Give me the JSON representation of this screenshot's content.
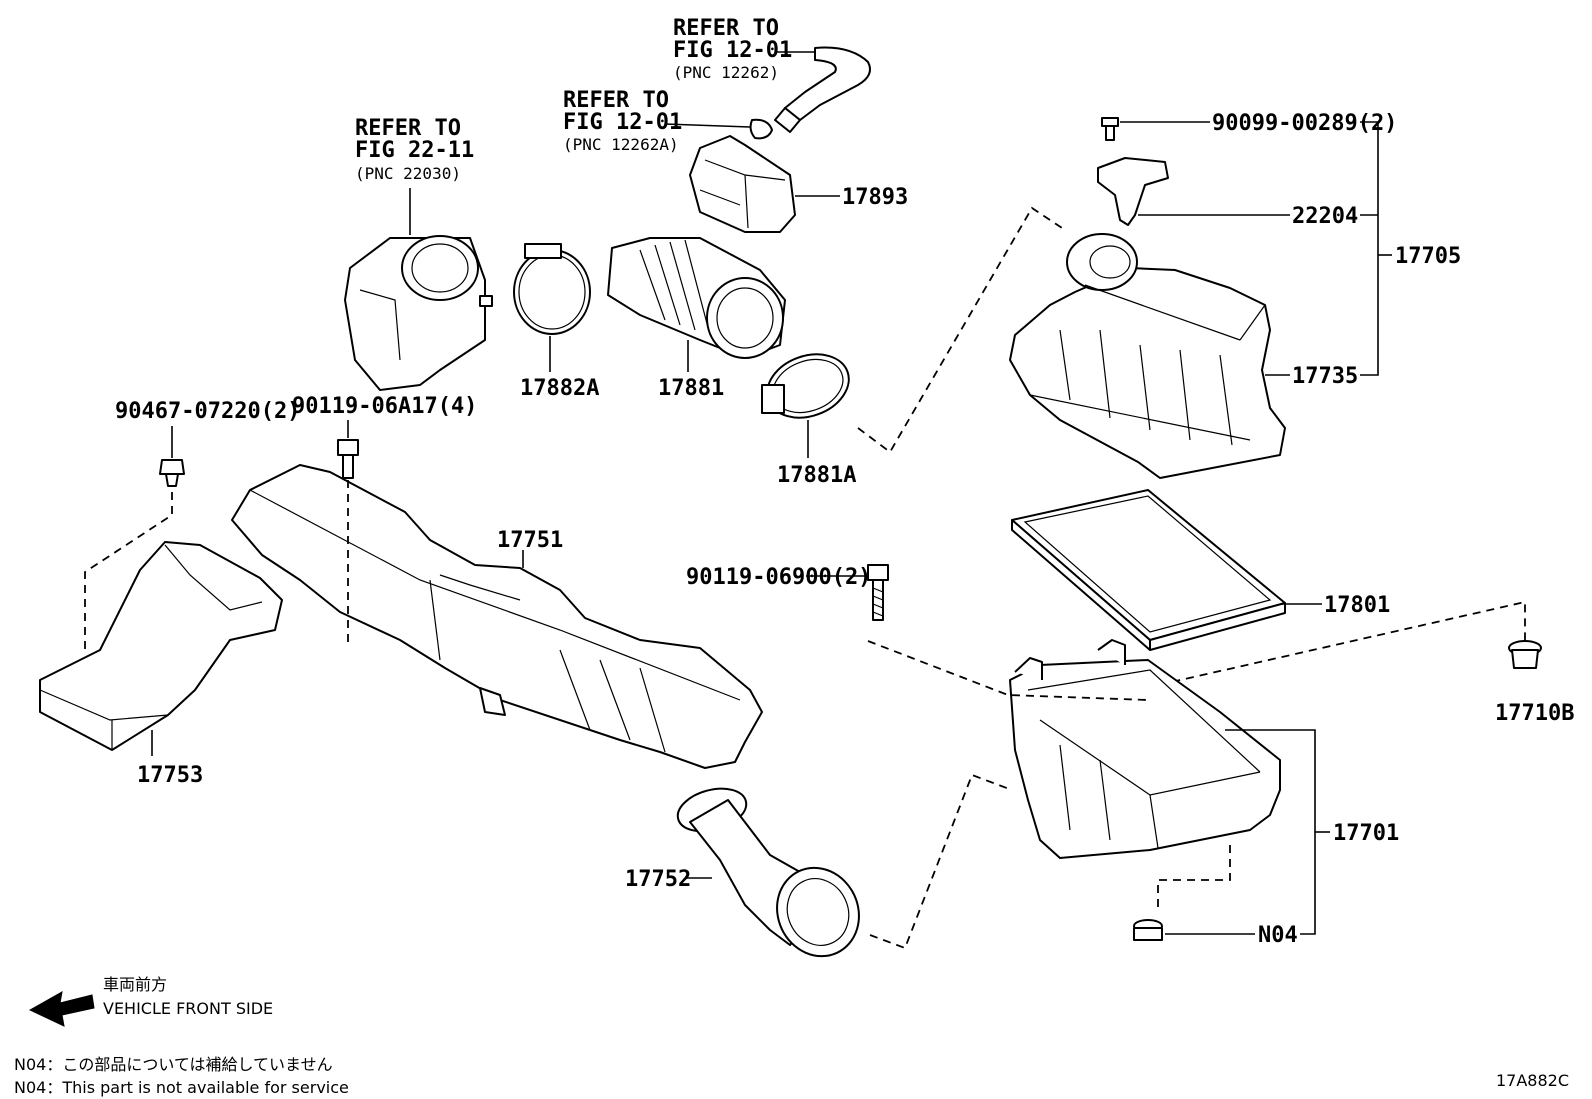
{
  "refs": {
    "pnc12262": {
      "line1": "REFER TO",
      "line2": "FIG 12-01",
      "line3": "(PNC 12262)"
    },
    "pnc12262a": {
      "line1": "REFER TO",
      "line2": "FIG 12-01",
      "line3": "(PNC 12262A)"
    },
    "pnc22030": {
      "line1": "REFER TO",
      "line2": "FIG 22-11",
      "line3": "(PNC 22030)"
    }
  },
  "parts": {
    "p17893": "17893",
    "p90099": "90099-00289(2)",
    "p22204": "22204",
    "p17705": "17705",
    "p17735": "17735",
    "p17882a": "17882A",
    "p17881": "17881",
    "p17881a": "17881A",
    "p90467": "90467-07220(2)",
    "p90119a17": "90119-06A17(4)",
    "p17751": "17751",
    "p90119900": "90119-06900(2)",
    "p17801": "17801",
    "p17710b": "17710B",
    "p17753": "17753",
    "p17701": "17701",
    "p17752": "17752",
    "pn04": "N04"
  },
  "direction": {
    "jp": "車両前方",
    "en": "VEHICLE FRONT SIDE"
  },
  "notes": {
    "jp": "N04：この部品については補給していません",
    "en": "N04：This part is not available for service"
  },
  "figure_code": "17A882C"
}
